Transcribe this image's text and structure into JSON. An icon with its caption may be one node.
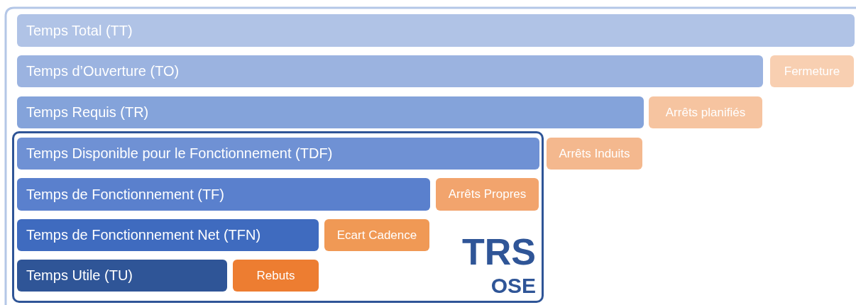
{
  "diagram": {
    "nodes": [
      {
        "text": [
          "Temps Total (TT)"
        ]
      },
      {
        "text": [
          "Temps d’Ouverture (TO)"
        ]
      },
      {
        "text": [
          "Fermeture"
        ]
      },
      {
        "text": [
          "Temps Requis (TR)"
        ]
      },
      {
        "text": [
          "Arrêts planifiés"
        ]
      },
      {
        "text": [
          "TRS",
          "OSE"
        ]
      },
      {
        "text": [
          "Temps Disponible pour le Fonctionnement (TDF)"
        ],
        "in": 5
      },
      {
        "text": [
          "Arrêts Induits"
        ]
      },
      {
        "text": [
          "Temps de Fonctionnement (TF)"
        ],
        "in": 5
      },
      {
        "text": [
          "Arrêts Propres"
        ],
        "in": 5
      },
      {
        "text": [
          "Temps de Fonctionnement Net (TFN)"
        ],
        "in": 5
      },
      {
        "text": [
          "Ecart Cadence"
        ],
        "in": 5
      },
      {
        "text": [
          "Temps Utile (TU)"
        ],
        "in": 5
      },
      {
        "text": [
          "Rebuts"
        ],
        "in": 5
      }
    ],
    "edges": []
  }
}
